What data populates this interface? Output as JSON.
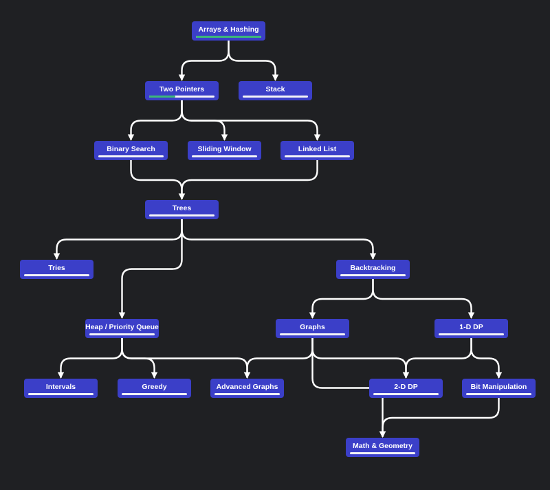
{
  "colors": {
    "background": "#1f2023",
    "node": "#3b3fc8",
    "progress": "#3cb87a",
    "track": "#f4f4f8",
    "edge": "#ffffff"
  },
  "nodes": [
    {
      "id": "arrays",
      "label": "Arrays & Hashing",
      "progress": 1.0
    },
    {
      "id": "twopointers",
      "label": "Two Pointers",
      "progress": 0.4
    },
    {
      "id": "stack",
      "label": "Stack",
      "progress": 0
    },
    {
      "id": "binarysearch",
      "label": "Binary Search",
      "progress": 0
    },
    {
      "id": "slidingwindow",
      "label": "Sliding Window",
      "progress": 0
    },
    {
      "id": "linkedlist",
      "label": "Linked List",
      "progress": 0
    },
    {
      "id": "trees",
      "label": "Trees",
      "progress": 0
    },
    {
      "id": "tries",
      "label": "Tries",
      "progress": 0
    },
    {
      "id": "backtracking",
      "label": "Backtracking",
      "progress": 0
    },
    {
      "id": "heap",
      "label": "Heap / Priority Queue",
      "progress": 0
    },
    {
      "id": "graphs",
      "label": "Graphs",
      "progress": 0
    },
    {
      "id": "dp1",
      "label": "1-D DP",
      "progress": 0
    },
    {
      "id": "intervals",
      "label": "Intervals",
      "progress": 0
    },
    {
      "id": "greedy",
      "label": "Greedy",
      "progress": 0
    },
    {
      "id": "advgraphs",
      "label": "Advanced Graphs",
      "progress": 0
    },
    {
      "id": "dp2",
      "label": "2-D DP",
      "progress": 0
    },
    {
      "id": "bitmanip",
      "label": "Bit Manipulation",
      "progress": 0
    },
    {
      "id": "math",
      "label": "Math & Geometry",
      "progress": 0
    }
  ],
  "edges": [
    [
      "arrays",
      "twopointers"
    ],
    [
      "arrays",
      "stack"
    ],
    [
      "twopointers",
      "binarysearch"
    ],
    [
      "twopointers",
      "slidingwindow"
    ],
    [
      "twopointers",
      "linkedlist"
    ],
    [
      "binarysearch",
      "trees"
    ],
    [
      "linkedlist",
      "trees"
    ],
    [
      "trees",
      "tries"
    ],
    [
      "trees",
      "heap"
    ],
    [
      "trees",
      "backtracking"
    ],
    [
      "backtracking",
      "graphs"
    ],
    [
      "backtracking",
      "dp1"
    ],
    [
      "heap",
      "intervals"
    ],
    [
      "heap",
      "greedy"
    ],
    [
      "heap",
      "advgraphs"
    ],
    [
      "graphs",
      "advgraphs"
    ],
    [
      "graphs",
      "dp2"
    ],
    [
      "graphs",
      "math"
    ],
    [
      "dp1",
      "dp2"
    ],
    [
      "dp1",
      "bitmanip"
    ],
    [
      "bitmanip",
      "math"
    ]
  ]
}
